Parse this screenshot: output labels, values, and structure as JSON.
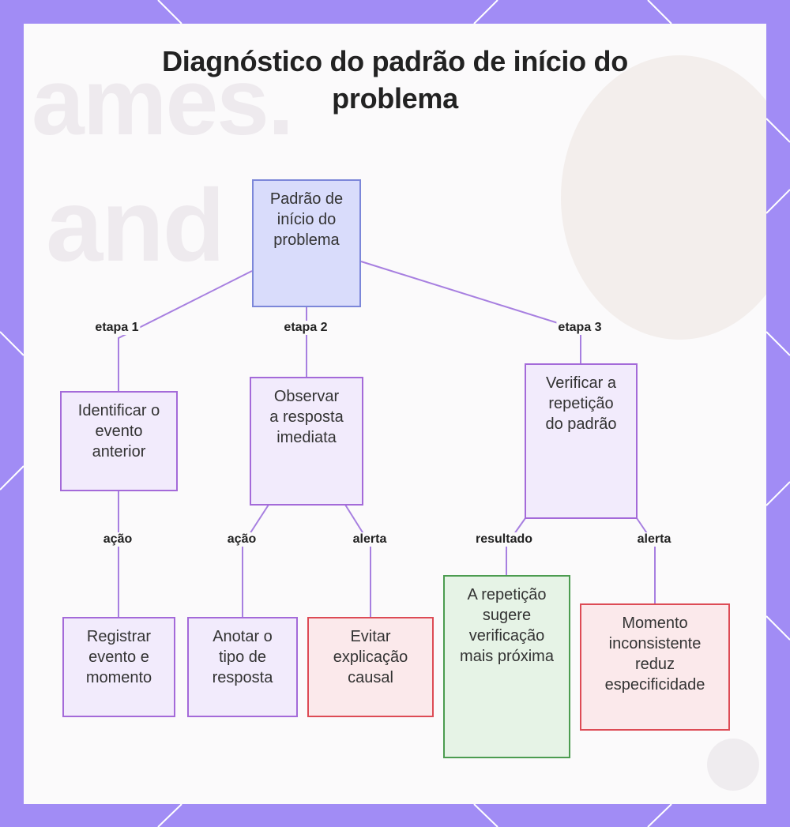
{
  "title": "Diagnóstico do padrão de início do problema",
  "nodes": {
    "root": "Padrão de início do problema",
    "step1": "Identificar o evento anterior",
    "step2": "Observar a resposta imediata",
    "step3": "Verificar a repetição do padrão",
    "leaf1": "Registrar evento e momento",
    "leaf2": "Anotar o tipo de resposta",
    "leaf3": "Evitar explicação causal",
    "leaf4": "A repetição sugere verificação mais próxima",
    "leaf5": "Momento inconsistente reduz especificidade"
  },
  "edge_labels": {
    "e1": "etapa 1",
    "e2": "etapa 2",
    "e3": "etapa 3",
    "e4": "ação",
    "e5": "ação",
    "e6": "alerta",
    "e7": "resultado",
    "e8": "alerta"
  },
  "background_text": {
    "line1": "ames.",
    "line2": "and"
  },
  "colors": {
    "frame": "#a18cf5",
    "edge": "#a77fe0",
    "root_fill": "#d9dcfb",
    "step_fill": "#f2ebfc",
    "alert_fill": "#fbe9eb",
    "result_fill": "#e6f3e6"
  }
}
